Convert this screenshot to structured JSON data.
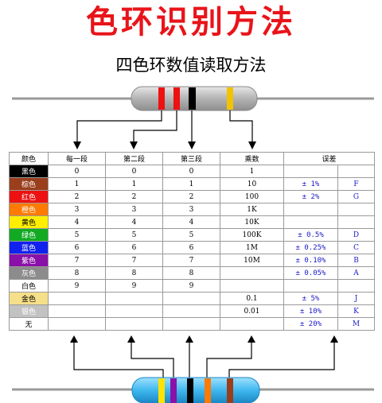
{
  "header": {
    "title": "色环识别方法",
    "subtitle": "四色环数值读取方法"
  },
  "table": {
    "headers": [
      "颜色",
      "每一段",
      "第二段",
      "第三段",
      "乘数",
      "误差"
    ],
    "rows": [
      {
        "name": "黑色",
        "bg": "#000000",
        "fg": "#ffffff",
        "d1": "0",
        "d2": "0",
        "d3": "0",
        "mult": "1",
        "tol": "",
        "code": ""
      },
      {
        "name": "棕色",
        "bg": "#9a3e1c",
        "fg": "#ffffff",
        "d1": "1",
        "d2": "1",
        "d3": "1",
        "mult": "10",
        "tol": "± 1%",
        "code": "F"
      },
      {
        "name": "红色",
        "bg": "#ee1111",
        "fg": "#ffffff",
        "d1": "2",
        "d2": "2",
        "d3": "2",
        "mult": "100",
        "tol": "± 2%",
        "code": "G"
      },
      {
        "name": "橙色",
        "bg": "#ff7a00",
        "fg": "#ffffff",
        "d1": "3",
        "d2": "3",
        "d3": "3",
        "mult": "1K",
        "tol": "",
        "code": ""
      },
      {
        "name": "黄色",
        "bg": "#ffee00",
        "fg": "#000000",
        "d1": "4",
        "d2": "4",
        "d3": "4",
        "mult": "10K",
        "tol": "",
        "code": ""
      },
      {
        "name": "绿色",
        "bg": "#11aa22",
        "fg": "#ffffff",
        "d1": "5",
        "d2": "5",
        "d3": "5",
        "mult": "100K",
        "tol": "± 0.5%",
        "code": "D"
      },
      {
        "name": "蓝色",
        "bg": "#1122ee",
        "fg": "#ffffff",
        "d1": "6",
        "d2": "6",
        "d3": "6",
        "mult": "1M",
        "tol": "± 0.25%",
        "code": "C"
      },
      {
        "name": "紫色",
        "bg": "#8a11a8",
        "fg": "#ffffff",
        "d1": "7",
        "d2": "7",
        "d3": "7",
        "mult": "10M",
        "tol": "± 0.10%",
        "code": "B"
      },
      {
        "name": "灰色",
        "bg": "#8c8c8c",
        "fg": "#ffffff",
        "d1": "8",
        "d2": "8",
        "d3": "8",
        "mult": "",
        "tol": "± 0.05%",
        "code": "A"
      },
      {
        "name": "白色",
        "bg": "#ffffff",
        "fg": "#000000",
        "d1": "9",
        "d2": "9",
        "d3": "9",
        "mult": "",
        "tol": "",
        "code": ""
      },
      {
        "name": "金色",
        "bg": "#f6df8a",
        "fg": "#000000",
        "d1": "",
        "d2": "",
        "d3": "",
        "mult": "0.1",
        "tol": "± 5%",
        "code": "J"
      },
      {
        "name": "银色",
        "bg": "#c2c2c2",
        "fg": "#ffffff",
        "d1": "",
        "d2": "",
        "d3": "",
        "mult": "0.01",
        "tol": "± 10%",
        "code": "K"
      },
      {
        "name": "无",
        "bg": "#ffffff",
        "fg": "#000000",
        "d1": "",
        "d2": "",
        "d3": "",
        "mult": "",
        "tol": "± 20%",
        "code": "M"
      }
    ]
  },
  "colors": {
    "title": "#e8141a",
    "tolerance_text": "#1a1ac8",
    "resistor_top_body": "#b8b8b8",
    "resistor_bottom_body": "#3fb8ee"
  }
}
